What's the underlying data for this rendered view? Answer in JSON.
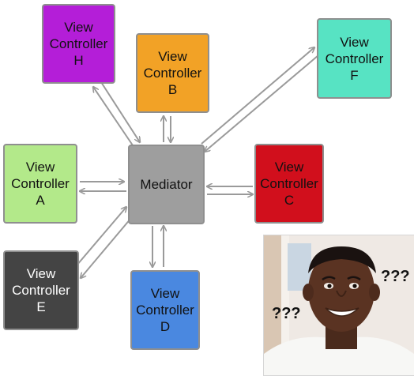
{
  "nodes": {
    "h": {
      "lines": [
        "View",
        "Controller",
        "H"
      ],
      "color": "#b41ed8"
    },
    "b": {
      "lines": [
        "View",
        "Controller",
        "B"
      ],
      "color": "#f2a226"
    },
    "f": {
      "lines": [
        "View",
        "Controller",
        "F"
      ],
      "color": "#57e3c3"
    },
    "a": {
      "lines": [
        "View",
        "Controller",
        "A"
      ],
      "color": "#b3e98a"
    },
    "mediator": {
      "lines": [
        "Mediator"
      ],
      "color": "#9e9e9e"
    },
    "c": {
      "lines": [
        "View",
        "Controller",
        "C"
      ],
      "color": "#d10f1c"
    },
    "e": {
      "lines": [
        "View",
        "Controller",
        "E"
      ],
      "color": "#444444"
    },
    "d": {
      "lines": [
        "View",
        "Controller",
        "D"
      ],
      "color": "#4a88e0"
    }
  },
  "meme": {
    "marks": [
      "???",
      "???"
    ]
  }
}
